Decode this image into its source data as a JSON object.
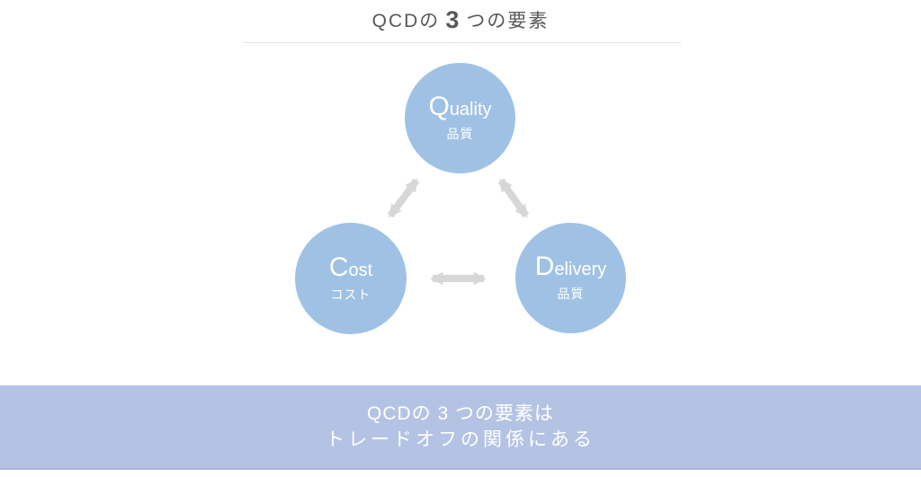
{
  "title": {
    "prefix": "QCDの",
    "number": "3",
    "suffix": "つの要素"
  },
  "diagram": {
    "nodes": [
      {
        "id": "quality",
        "label_initial": "Q",
        "label_rest": "uality",
        "sublabel": "品質"
      },
      {
        "id": "cost",
        "label_initial": "C",
        "label_rest": "ost",
        "sublabel": "コスト"
      },
      {
        "id": "delivery",
        "label_initial": "D",
        "label_rest": "elivery",
        "sublabel": "品質"
      }
    ],
    "arrows": [
      {
        "between": "quality-cost"
      },
      {
        "between": "quality-delivery"
      },
      {
        "between": "cost-delivery"
      }
    ]
  },
  "footer": {
    "line1": "QCDの 3 つの要素は",
    "line2": "トレードオフの関係にある"
  },
  "colors": {
    "background": "#ffffff",
    "title_text": "#595959",
    "divider": "#e3e3e3",
    "circle_fill": "#9fc2e4",
    "node_text": "#ffffff",
    "arrow": "#d7d7d7",
    "banner_bg": "#b4c3e3",
    "banner_border": "#a9b6d3",
    "banner_text": "#ffffff"
  }
}
